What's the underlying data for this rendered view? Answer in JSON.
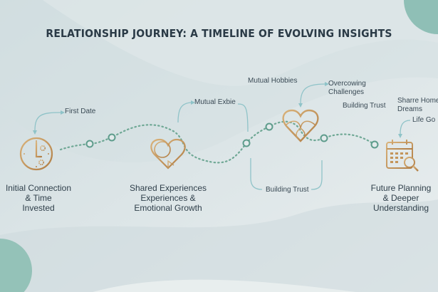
{
  "title": "RELATIONSHIP JOURNEY: A TIMELINE OF EVOLVING INSIGHTS",
  "stages": [
    {
      "line1": "Initial Connection",
      "line2": "& Time",
      "line3": "Invested",
      "icon": "clock-gear-icon"
    },
    {
      "line1": "Shared Experiences",
      "line2": "Experiences &",
      "line3": "Emotional Growth",
      "icon": "interlocked-heart-icon"
    },
    {
      "line1": "Future Planning",
      "line2": "& Deeper",
      "line3": "Understanding",
      "icon": "calendar-search-icon"
    }
  ],
  "milestones": {
    "first_date": "First Date",
    "mutual_exbie": "Mutual Exbie",
    "mutual_hobbies": "Mutual Hobbies",
    "overcoming_1": "Overcowing",
    "overcoming_2": "Challenges",
    "building_trust_top": "Building Trust",
    "building_trust_bottom": "Building Trust",
    "home_1": "Sharre Home",
    "home_2": "Dreams",
    "life_goals": "Life Go"
  },
  "colors": {
    "gold": "#c4955a",
    "teal": "#5e9c8c",
    "arrow": "#8fc3c8",
    "text": "#2f3f4a"
  }
}
